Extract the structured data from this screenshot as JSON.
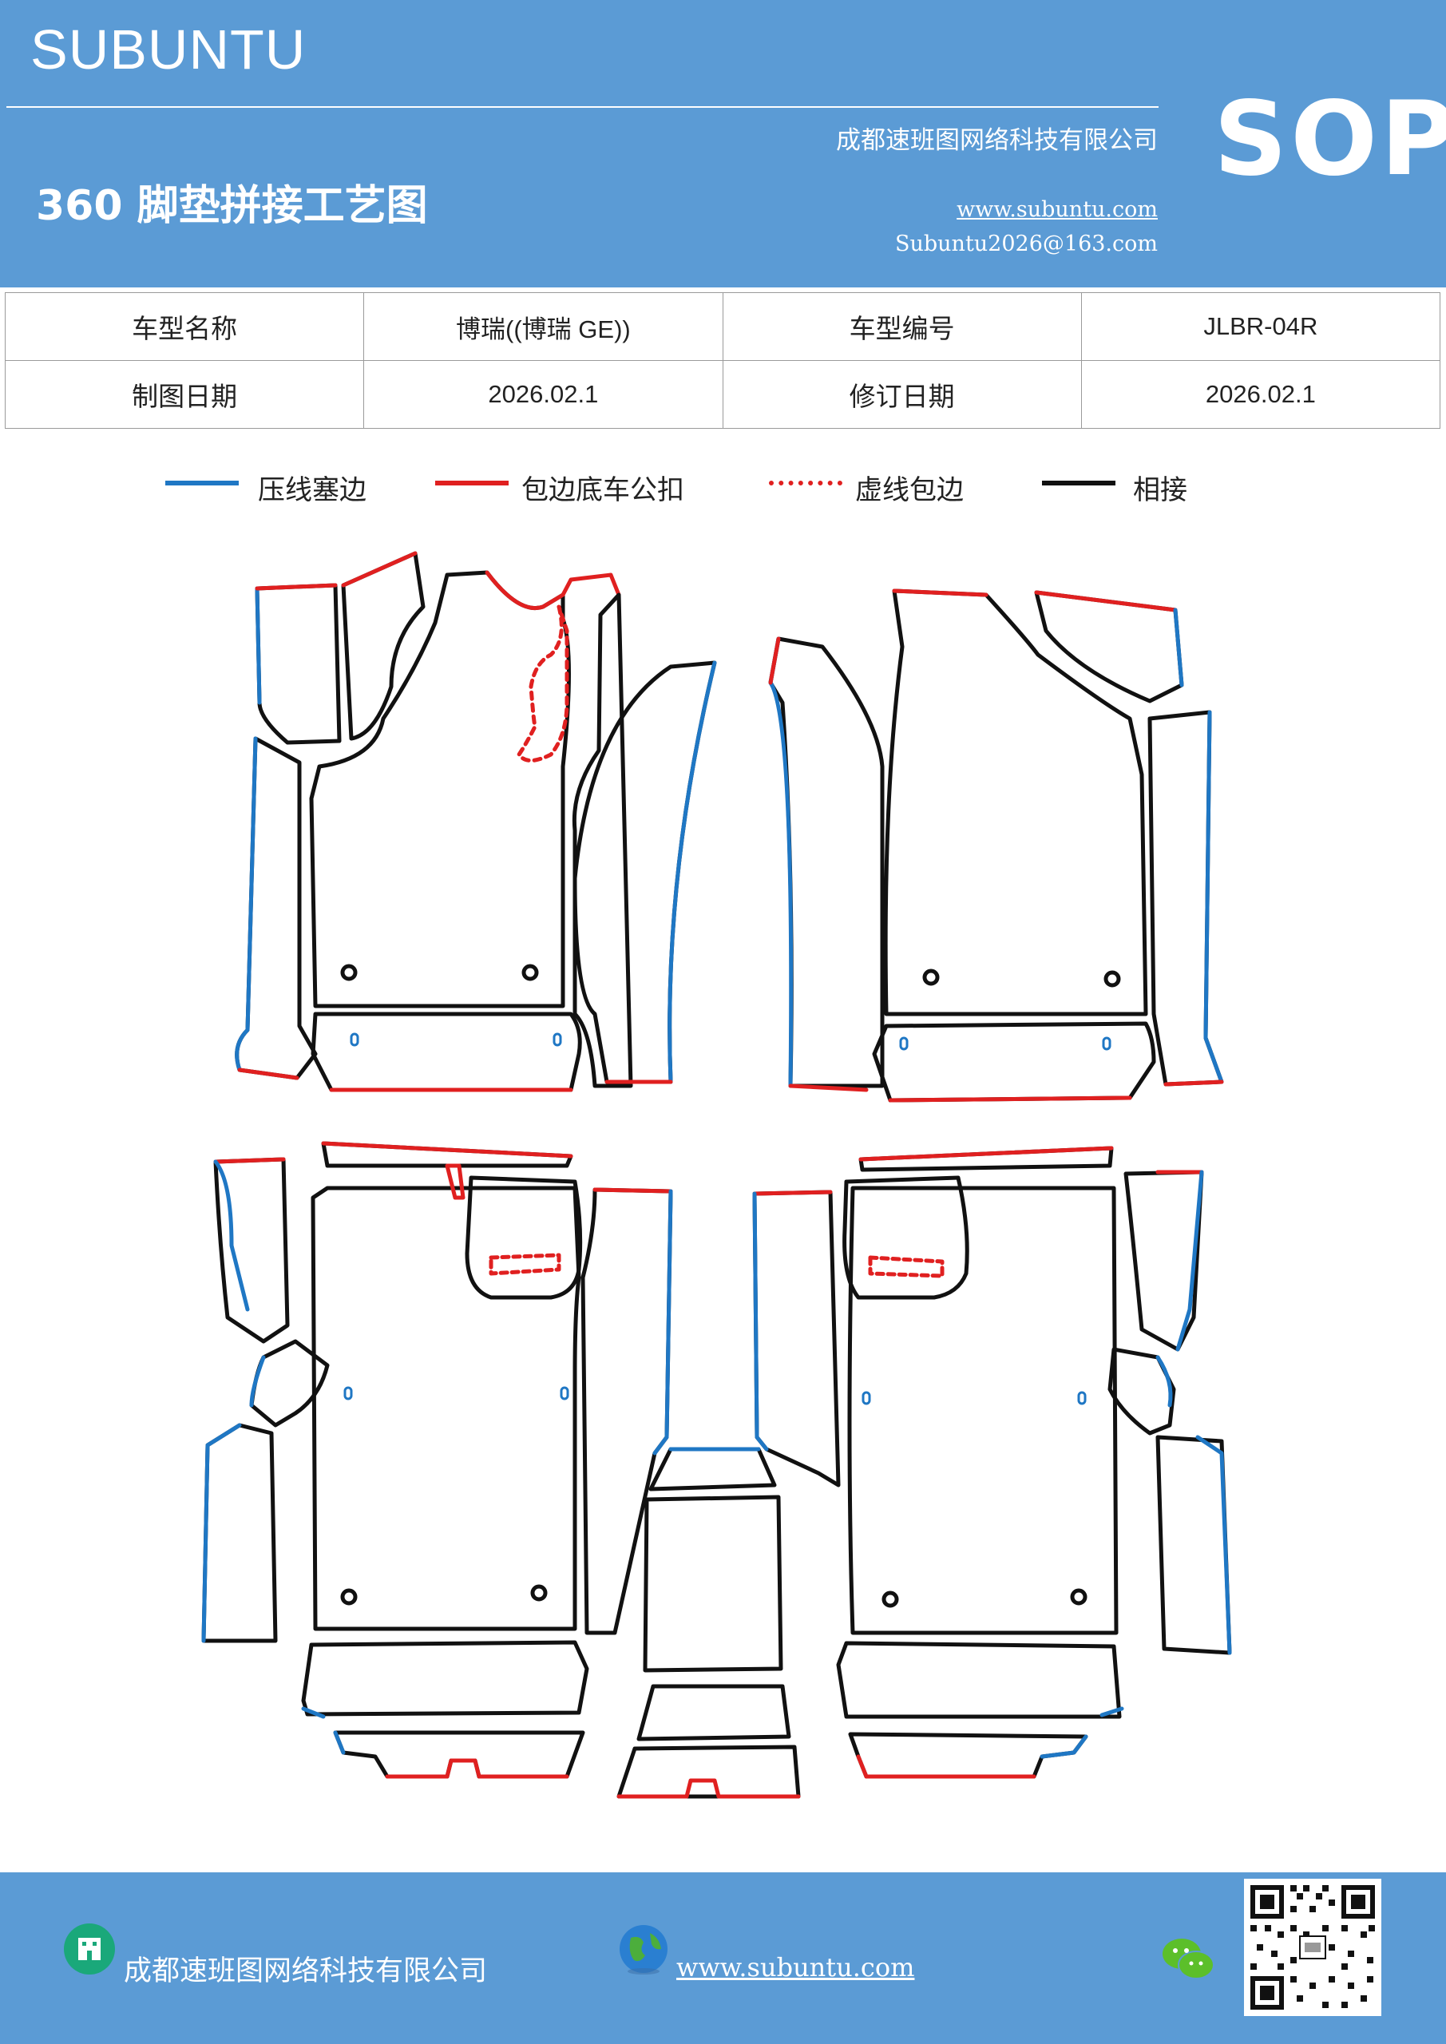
{
  "header": {
    "brand": "SUBUNTU",
    "doc_title": "360 脚垫拼接工艺图",
    "company": "成都速班图网络科技有限公司",
    "website": "www.subuntu.com",
    "email": "Subuntu2026@163.com",
    "badge": "SOP"
  },
  "info_table": {
    "model_name_label": "车型名称",
    "model_name": "博瑞((博瑞 GE))",
    "model_code_label": "车型编号",
    "model_code": "JLBR-04R",
    "draw_date_label": "制图日期",
    "draw_date": "2026.02.1",
    "revise_date_label": "修订日期",
    "revise_date": "2026.02.1"
  },
  "legend": [
    {
      "label": "压线塞边",
      "color": "#1f77c4",
      "style": "solid"
    },
    {
      "label": "包边底车公扣",
      "color": "#e02020",
      "style": "solid"
    },
    {
      "label": "虚线包边",
      "color": "#e02020",
      "style": "dashed"
    },
    {
      "label": "相接",
      "color": "#111111",
      "style": "solid"
    }
  ],
  "colors": {
    "header_bg": "#5b9bd5",
    "press_edge": "#1f77c4",
    "wrap_edge": "#e02020",
    "joint": "#111111"
  },
  "footer": {
    "company": "成都速班图网络科技有限公司",
    "website": "www.subuntu.com ",
    "icons": [
      "building-icon",
      "globe-icon",
      "wechat-icon",
      "qr-code"
    ]
  }
}
